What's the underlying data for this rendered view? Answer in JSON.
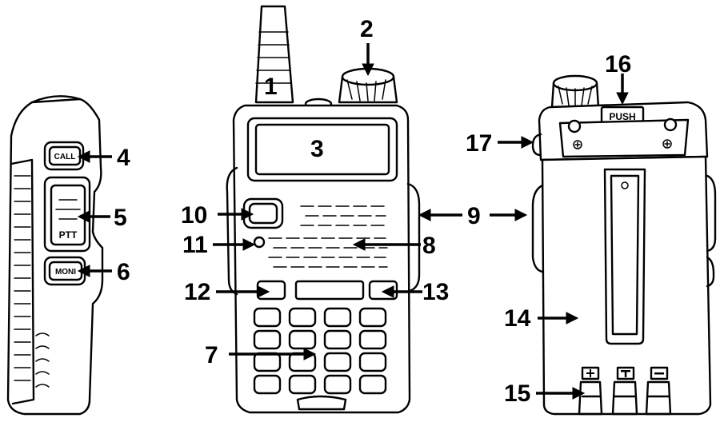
{
  "diagram": {
    "callouts": [
      "1",
      "2",
      "3",
      "4",
      "5",
      "6",
      "7",
      "8",
      "9",
      "10",
      "11",
      "12",
      "13",
      "14",
      "15",
      "16",
      "17"
    ],
    "side_view_labels": {
      "call": "CALL",
      "ptt": "PTT",
      "moni": "MONI"
    },
    "back_view_labels": {
      "push": "PUSH"
    }
  }
}
